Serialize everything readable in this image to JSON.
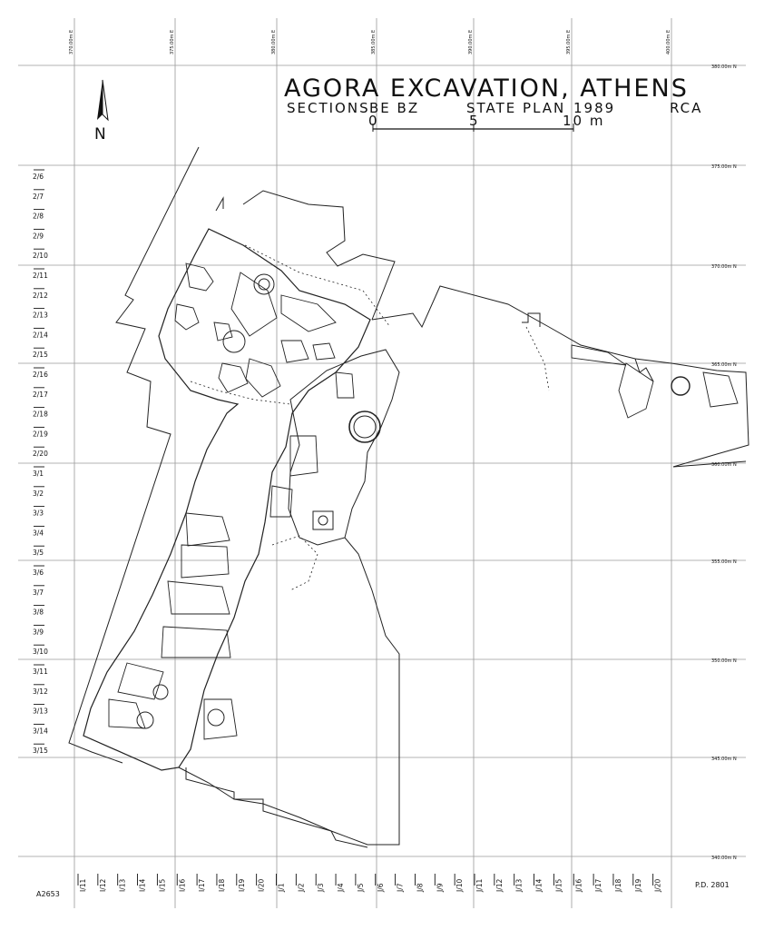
{
  "title": "AGORA EXCAVATION, ATHENS",
  "subtitle": {
    "sections_label": "SECTIONS",
    "section_codes": "BE BZ",
    "plan_label": "STATE PLAN",
    "year": "1989",
    "initials": "RCA"
  },
  "north_arrow": {
    "label": "N",
    "icon": "north-arrow-icon"
  },
  "scale_bar": {
    "ticks": [
      "0",
      "5",
      "10 m"
    ]
  },
  "easting_labels": [
    "370.00m E",
    "375.00m E",
    "380.00m E",
    "385.00m E",
    "390.00m E",
    "395.00m E",
    "400.00m E"
  ],
  "northing_labels": [
    "380.00m N",
    "375.00m N",
    "370.00m N",
    "365.00m N",
    "360.00m N",
    "355.00m N",
    "350.00m N",
    "345.00m N",
    "340.00m N"
  ],
  "left_grid_refs": [
    "2/6",
    "2/7",
    "2/8",
    "2/9",
    "2/10",
    "2/11",
    "2/12",
    "2/13",
    "2/14",
    "2/15",
    "2/16",
    "2/17",
    "2/18",
    "2/19",
    "2/20",
    "3/1",
    "3/2",
    "3/3",
    "3/4",
    "3/5",
    "3/6",
    "3/7",
    "3/8",
    "3/9",
    "3/10",
    "3/11",
    "3/12",
    "3/13",
    "3/14",
    "3/15"
  ],
  "bottom_grid_refs": [
    "I/11",
    "I/12",
    "I/13",
    "I/14",
    "I/15",
    "I/16",
    "I/17",
    "I/18",
    "I/19",
    "I/20",
    "J/1",
    "J/2",
    "J/3",
    "J/4",
    "J/5",
    "J/6",
    "J/7",
    "J/8",
    "J/9",
    "J/10",
    "J/11",
    "J/12",
    "J/13",
    "J/14",
    "J/15",
    "J/16",
    "J/17",
    "J/18",
    "J/19",
    "J/20"
  ],
  "drawing_number_left": "A2653",
  "drawing_number_right": "P.D. 2801"
}
